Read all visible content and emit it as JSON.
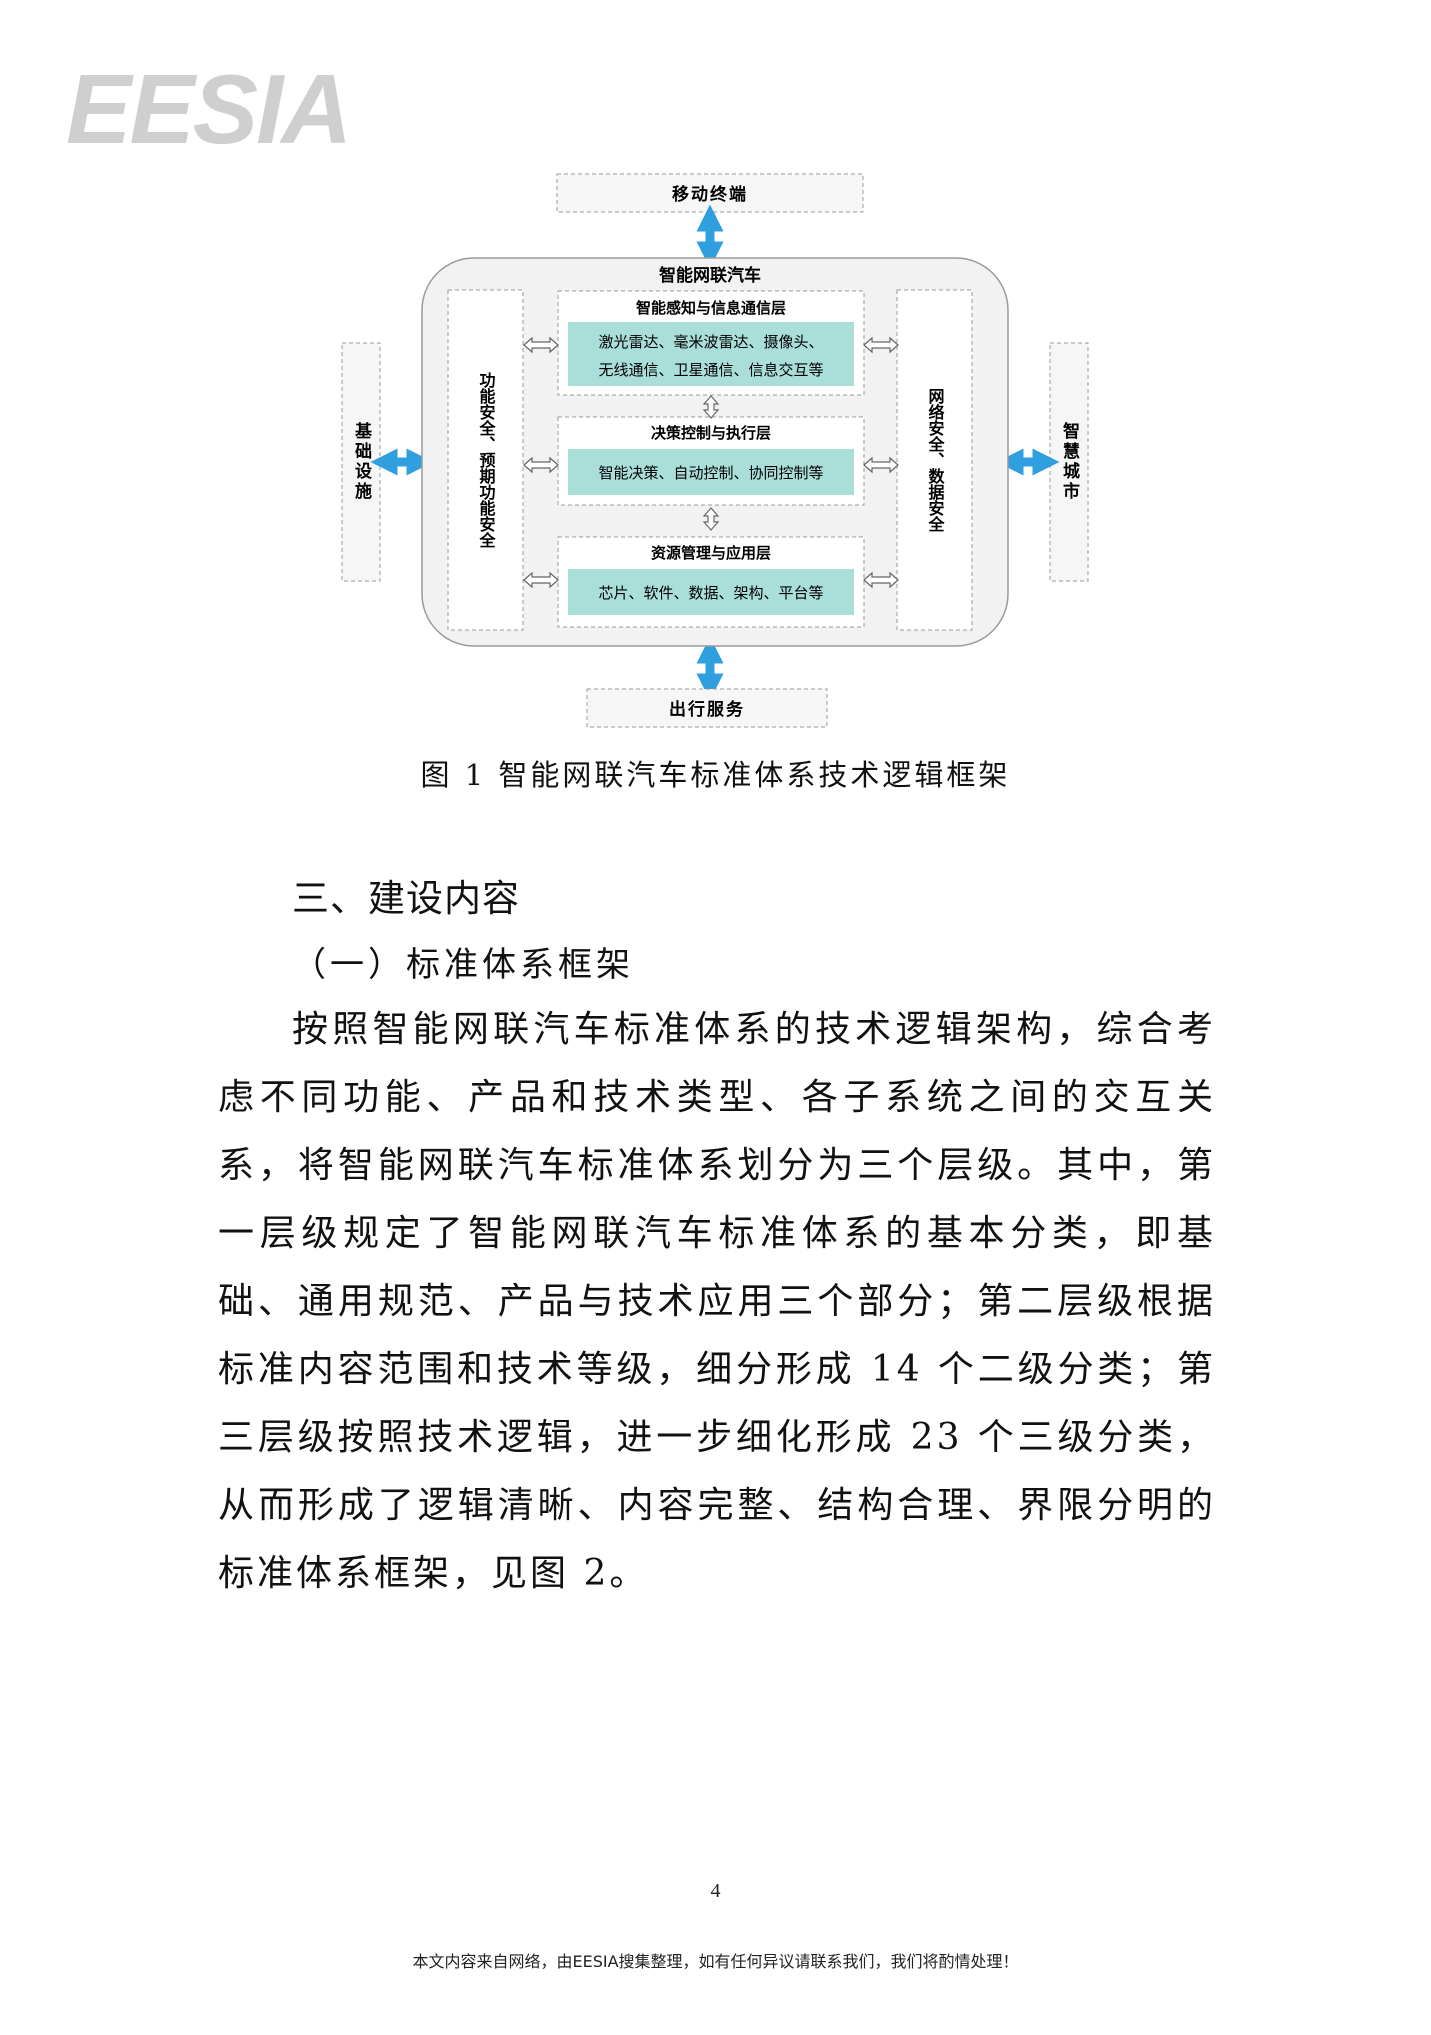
{
  "logo": {
    "text": "EESIA"
  },
  "diagram": {
    "top_box": "移动终端",
    "bottom_box": "出行服务",
    "left_box": "基础设施",
    "right_box": "智慧城市",
    "main_title": "智能网联汽车",
    "left_inner": "功能安全、预期功能安全",
    "right_inner": "网络安全、数据安全",
    "layers": [
      {
        "title": "智能感知与信息通信层",
        "lines": [
          "激光雷达、毫米波雷达、摄像头、",
          "无线通信、卫星通信、信息交互等"
        ]
      },
      {
        "title": "决策控制与执行层",
        "lines": [
          "智能决策、自动控制、协同控制等"
        ]
      },
      {
        "title": "资源管理与应用层",
        "lines": [
          "芯片、软件、数据、架构、平台等"
        ]
      }
    ],
    "colors": {
      "accent_blue": "#2f9fe0",
      "teal_fill": "#a9ded9",
      "frame": "#9a9a9a"
    }
  },
  "caption": "图 1  智能网联汽车标准体系技术逻辑框架",
  "section_heading": "三、建设内容",
  "subheading": "（一）标准体系框架",
  "paragraph": "按照智能网联汽车标准体系的技术逻辑架构，综合考虑不同功能、产品和技术类型、各子系统之间的交互关系，将智能网联汽车标准体系划分为三个层级。其中，第一层级规定了智能网联汽车标准体系的基本分类，即基础、通用规范、产品与技术应用三个部分；第二层级根据标准内容范围和技术等级，细分形成 14 个二级分类；第三层级按照技术逻辑，进一步细化形成 23 个三级分类，从而形成了逻辑清晰、内容完整、结构合理、界限分明的标准体系框架，见图 2。",
  "page_number": "4",
  "footer": "本文内容来自网络，由EESIA搜集整理，如有任何异议请联系我们，我们将酌情处理！"
}
